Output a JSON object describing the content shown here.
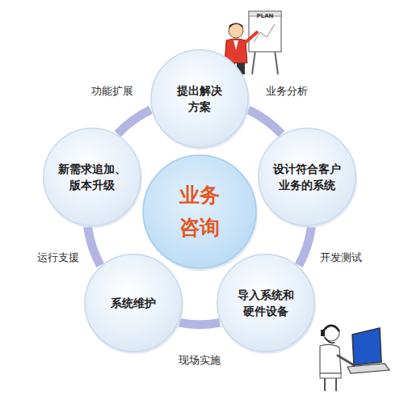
{
  "diagram": {
    "nodes": [
      {
        "text": [
          "提出解决 方案"
        ]
      },
      {
        "text": [
          "设计符合客户 业务的系统"
        ]
      },
      {
        "text": [
          "导入系统和 硬件设备"
        ]
      },
      {
        "text": [
          "系统维护"
        ]
      },
      {
        "text": [
          "新需求追加、 版本升级"
        ]
      },
      {
        "text": [
          "业务 咨询"
        ]
      }
    ],
    "edges": [
      {
        "from": 0,
        "to": 1,
        "label": "业务分析",
        "arrow": "none"
      },
      {
        "from": 1,
        "to": 2,
        "label": "开发测试",
        "arrow": "none"
      },
      {
        "from": 2,
        "to": 3,
        "label": "现场实施",
        "arrow": "none"
      },
      {
        "from": 3,
        "to": 4,
        "label": "运行支援",
        "arrow": "none"
      },
      {
        "from": 4,
        "to": 0,
        "label": "功能扩展",
        "arrow": "none"
      }
    ],
    "labels": [
      "PLAN"
    ]
  }
}
